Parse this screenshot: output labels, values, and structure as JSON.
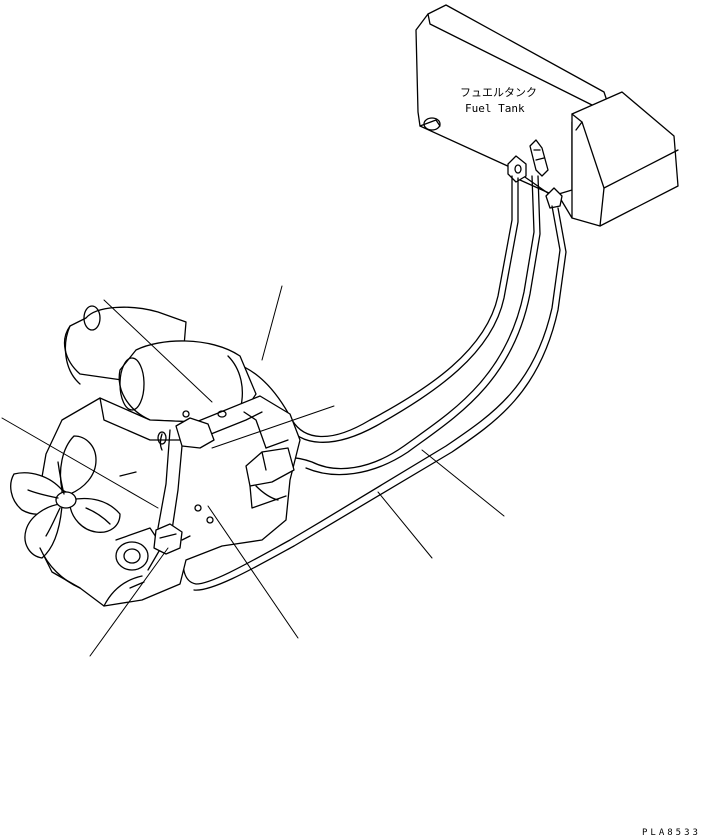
{
  "tank": {
    "label_jp": "フュエルタンク",
    "label_en": "Fuel Tank"
  },
  "drawing_code": "PLA8533"
}
